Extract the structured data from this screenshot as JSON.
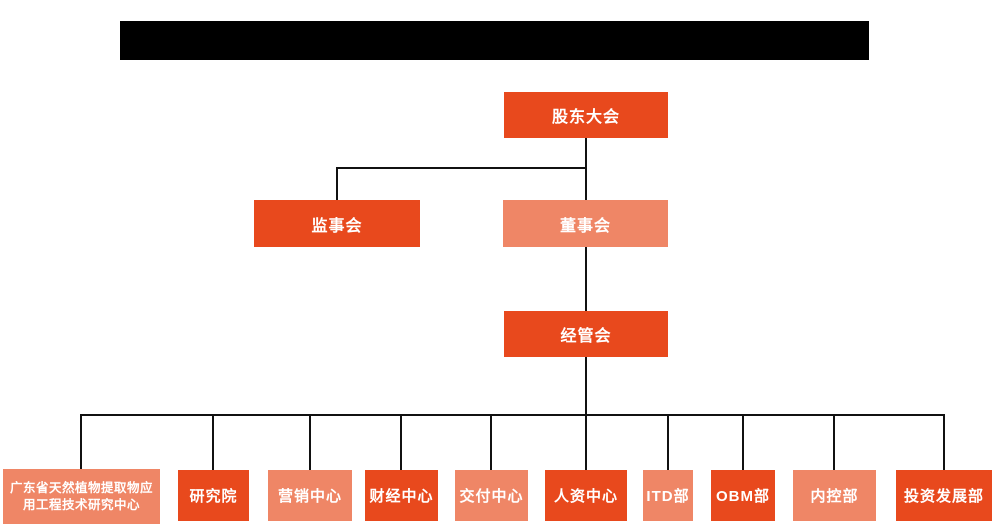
{
  "colors": {
    "node_primary": "#E8491D",
    "node_secondary": "#EF8666",
    "connector": "#111111",
    "title_bar_bg": "#000000",
    "node_text": "#FFFFFF",
    "page_bg": "#FFFFFF"
  },
  "title_bar": {
    "text": ""
  },
  "org": {
    "root": {
      "label": "股东大会"
    },
    "level2": [
      {
        "label": "监事会"
      },
      {
        "label": "董事会"
      }
    ],
    "level3": {
      "label": "经管会"
    },
    "departments": [
      {
        "label": "广东省天然植物提取物应用工程技术研究中心"
      },
      {
        "label": "研究院"
      },
      {
        "label": "营销中心"
      },
      {
        "label": "财经中心"
      },
      {
        "label": "交付中心"
      },
      {
        "label": "人资中心"
      },
      {
        "label": "ITD部"
      },
      {
        "label": "OBM部"
      },
      {
        "label": "内控部"
      },
      {
        "label": "投资发展部"
      }
    ]
  }
}
